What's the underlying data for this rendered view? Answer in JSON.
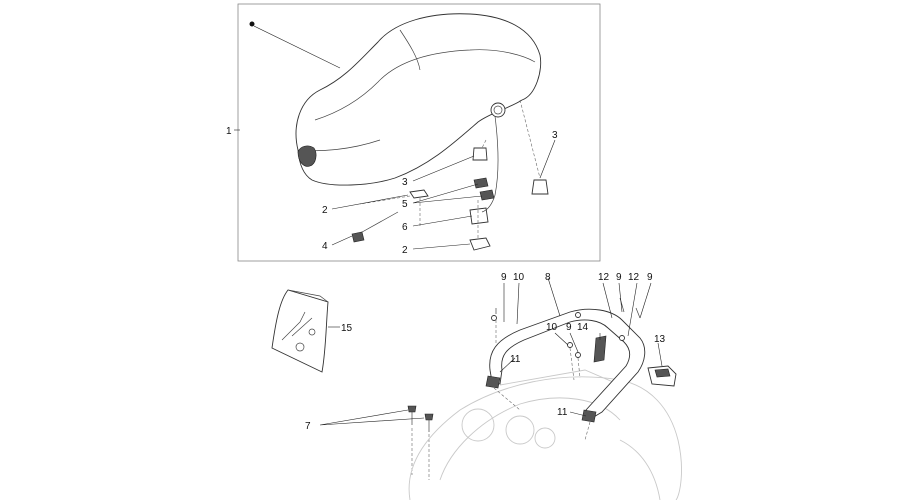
{
  "diagram": {
    "callouts": {
      "c1": "1",
      "c2a": "2",
      "c2b": "2",
      "c3a": "3",
      "c3b": "3",
      "c4": "4",
      "c5": "5",
      "c6": "6",
      "c7": "7",
      "c8": "8",
      "c9a": "9",
      "c9b": "9",
      "c9c": "9",
      "c9d": "9",
      "c10a": "10",
      "c10b": "10",
      "c11a": "11",
      "c11b": "11",
      "c12a": "12",
      "c12b": "12",
      "c13": "13",
      "c14": "14",
      "c15": "15"
    }
  }
}
